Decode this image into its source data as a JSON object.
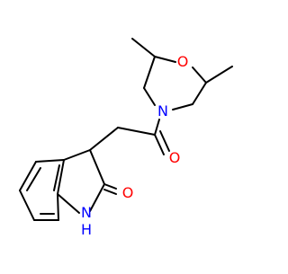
{
  "atoms": {
    "O_ring": {
      "symbol": "O",
      "color": "#ff0000"
    },
    "N_amide": {
      "symbol": "N",
      "color": "#0000ff"
    },
    "O_carbonyl": {
      "symbol": "O",
      "color": "#ff0000"
    },
    "O_lactam": {
      "symbol": "O",
      "color": "#ff0000"
    },
    "NH_lactam": {
      "symbol": "N",
      "h": "H",
      "color": "#0000ff"
    }
  },
  "colors": {
    "bond": "#000000",
    "background": "#ffffff"
  }
}
